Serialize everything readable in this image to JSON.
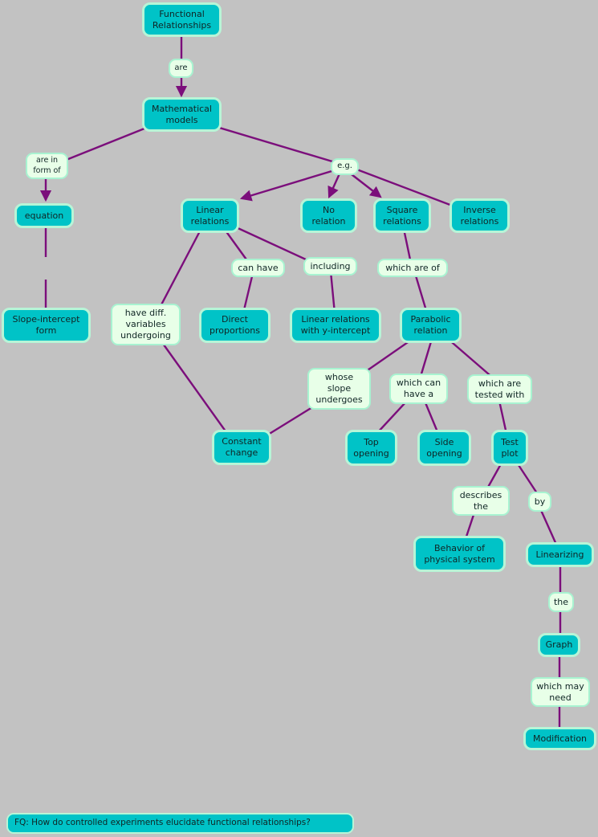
{
  "palette": {
    "background": "#c2c2c2",
    "node_fill": "#00c3c7",
    "node_border": "#b7f5d7",
    "label_fill": "#e8ffe8",
    "label_border": "#a8f3d1",
    "connector": "#7b0e7b",
    "text": "#102525"
  },
  "nodes": {
    "functional_relationships": "Functional\nRelationships",
    "mathematical_models": "Mathematical\nmodels",
    "equation": "equation",
    "slope_intercept_form": "Slope-intercept\nform",
    "linear_relations": "Linear\nrelations",
    "no_relation": "No\nrelation",
    "square_relations": "Square\nrelations",
    "inverse_relations": "Inverse\nrelations",
    "direct_proportions": "Direct\nproportions",
    "linear_relations_y_intercept": "Linear relations\nwith y-intercept",
    "parabolic_relation": "Parabolic\nrelation",
    "constant_change": "Constant\nchange",
    "top_opening": "Top\nopening",
    "side_opening": "Side\nopening",
    "test_plot": "Test\nplot",
    "behavior_physical_system": "Behavior of\nphysical system",
    "linearizing": "Linearizing",
    "graph": "Graph",
    "modification": "Modification"
  },
  "links": {
    "are": "are",
    "are_in_form_of": "are in\nform of",
    "eg": "e.g.",
    "can_have": "can have",
    "including": "including",
    "which_are_of": "which are of",
    "have_diff_variables_undergoing": "have diff.\nvariables\nundergoing",
    "whose_slope_undergoes": "whose\nslope\nundergoes",
    "which_can_have_a": "which can\nhave a",
    "which_are_tested_with": "which are\ntested with",
    "describes_the": "describes\nthe",
    "by": "by",
    "the": "the",
    "which_may_need": "which may\nneed"
  },
  "focus_question": "FQ: How do controlled experiments elucidate functional relationships?"
}
